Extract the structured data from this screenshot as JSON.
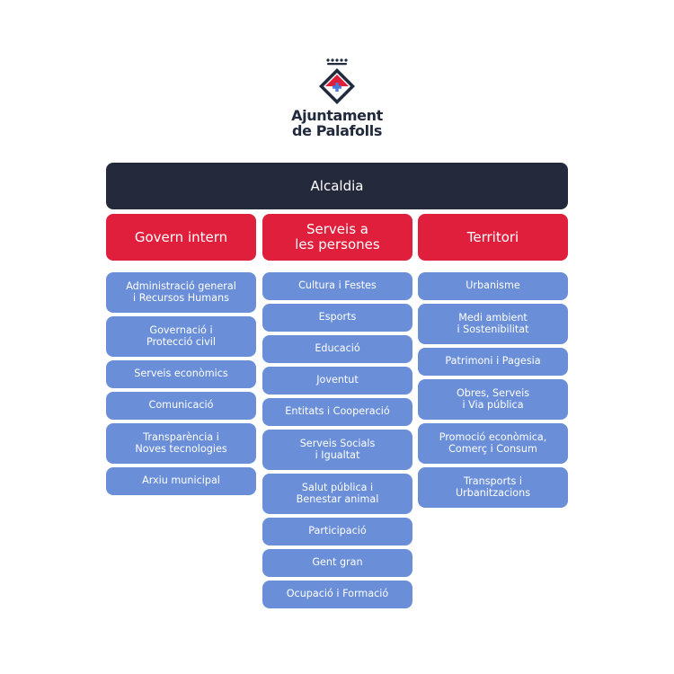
{
  "logo": {
    "icon": "coat-of-arms-icon",
    "line1": "Ajuntament",
    "line2": "de Palafolls",
    "colors": {
      "navy": "#222a3d",
      "red": "#e01f3c",
      "blue": "#4a7bd8"
    }
  },
  "top": {
    "label": "Alcaldia"
  },
  "columns": [
    {
      "label": "Govern intern",
      "items": [
        {
          "label": "Administració general\ni Recursos Humans"
        },
        {
          "label": "Governació i\nProtecció civil"
        },
        {
          "label": "Serveis econòmics"
        },
        {
          "label": "Comunicació"
        },
        {
          "label": "Transparència i\nNoves tecnologies"
        },
        {
          "label": "Arxiu municipal"
        }
      ]
    },
    {
      "label": "Serveis a\nles persones",
      "items": [
        {
          "label": "Cultura i Festes"
        },
        {
          "label": "Esports"
        },
        {
          "label": "Educació"
        },
        {
          "label": "Joventut"
        },
        {
          "label": "Entitats i Cooperació"
        },
        {
          "label": "Serveis Socials\ni Igualtat"
        },
        {
          "label": "Salut pública i\nBenestar animal"
        },
        {
          "label": "Participació"
        },
        {
          "label": "Gent gran"
        },
        {
          "label": "Ocupació i Formació"
        }
      ]
    },
    {
      "label": "Territori",
      "items": [
        {
          "label": "Urbanisme"
        },
        {
          "label": "Medi ambient\ni Sostenibilitat"
        },
        {
          "label": "Patrimoni i Pagesia"
        },
        {
          "label": "Obres, Serveis\ni Via pública"
        },
        {
          "label": "Promoció econòmica,\nComerç i Consum"
        },
        {
          "label": "Transports i\nUrbanitzacions"
        }
      ]
    }
  ],
  "colors": {
    "mayor": "#242a3c",
    "area": "#e01f3c",
    "department": "#6a8fd8"
  }
}
